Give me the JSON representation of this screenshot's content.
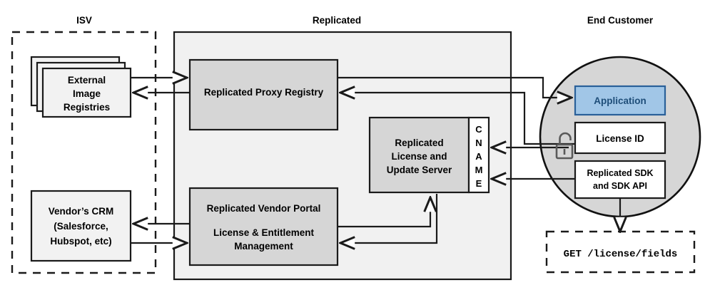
{
  "zones": {
    "isv": {
      "title": "ISV"
    },
    "replicated": {
      "title": "Replicated"
    },
    "end_customer": {
      "title": "End Customer"
    }
  },
  "nodes": {
    "external_registries": {
      "line1": "External",
      "line2": "Image",
      "line3": "Registries"
    },
    "vendor_crm": {
      "line1": "Vendor’s CRM",
      "line2": "(Salesforce,",
      "line3": "Hubspot, etc)"
    },
    "proxy_registry": {
      "label": "Replicated Proxy Registry"
    },
    "license_server": {
      "line1": "Replicated",
      "line2": "License and",
      "line3": "Update Server"
    },
    "cname": {
      "letters": [
        "C",
        "N",
        "A",
        "M",
        "E"
      ]
    },
    "vendor_portal": {
      "line1": "Replicated Vendor Portal",
      "line2": "License & Entitlement",
      "line3": "Management"
    },
    "application": {
      "label": "Application"
    },
    "license_id": {
      "label": "License ID"
    },
    "sdk": {
      "line1": "Replicated SDK",
      "line2": "and SDK API"
    },
    "api_call": {
      "label": "GET /license/fields"
    }
  },
  "icons": {
    "padlock": "unlocked-padlock-icon"
  },
  "colors": {
    "accent_blue_fill": "#a1c6e7",
    "accent_blue_text": "#1f4e79",
    "zone_grey": "#f1f1f1",
    "node_grey": "#d6d6d6",
    "node_light": "#f2f2f2",
    "stroke": "#1a1a1a"
  }
}
